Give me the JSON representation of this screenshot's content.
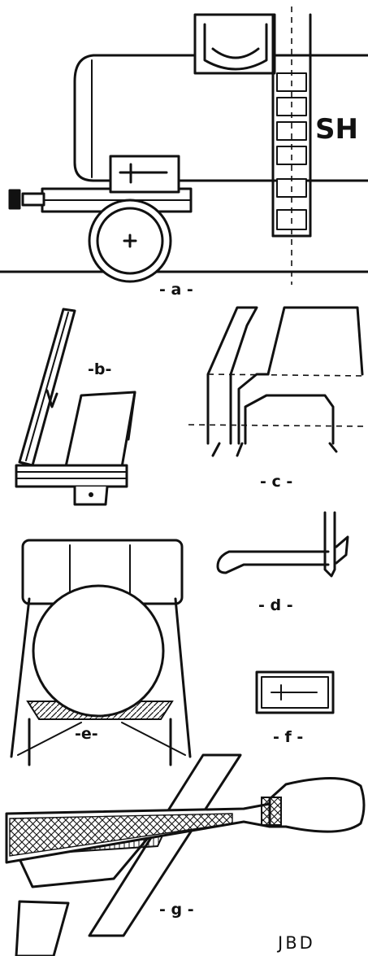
{
  "labels": {
    "a": "- a -",
    "b": "-b-",
    "c": "- c -",
    "d": "- d -",
    "e": "-e-",
    "f": "- f -",
    "g": "- g -"
  },
  "car_lettering": "SH",
  "signature": "JBD"
}
